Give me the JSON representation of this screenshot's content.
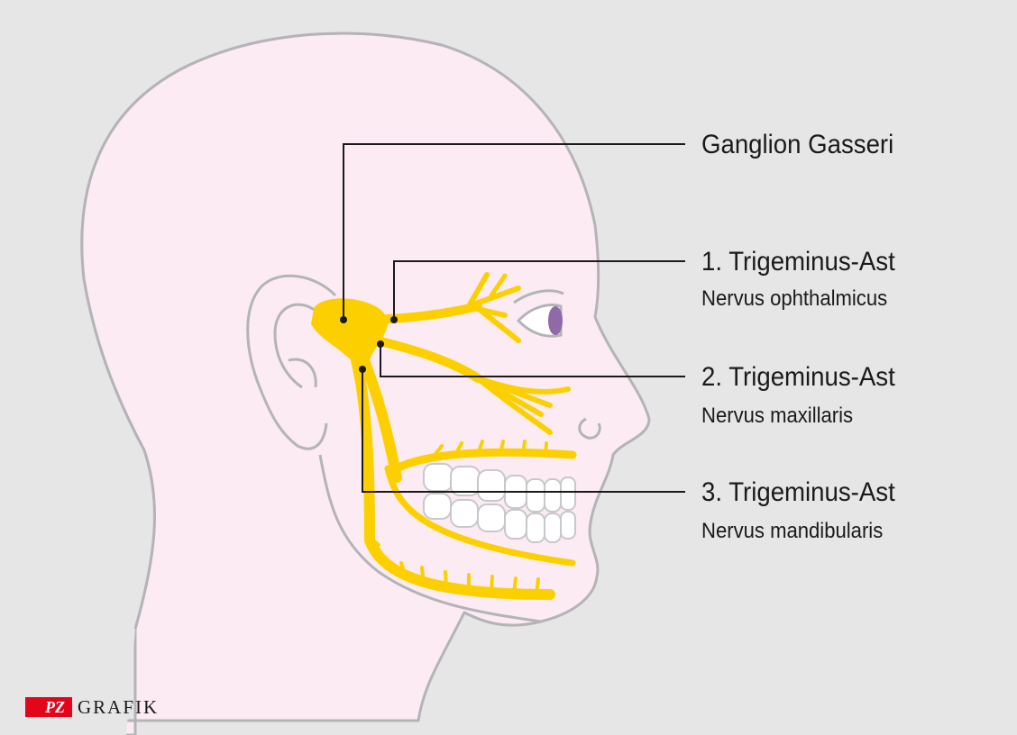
{
  "labels": {
    "ganglion": "Ganglion Gasseri",
    "branch1_title": "1. Trigeminus-Ast",
    "branch1_sub": "Nervus ophthalmicus",
    "branch2_title": "2. Trigeminus-Ast",
    "branch2_sub": "Nervus maxillaris",
    "branch3_title": "3. Trigeminus-Ast",
    "branch3_sub": "Nervus mandibularis"
  },
  "logo": {
    "brand": "PZ",
    "text": "GRAFIK"
  },
  "colors": {
    "background": "#e6e6e6",
    "skin": "#fcebf3",
    "outline": "#b4b4b8",
    "nerve": "#fcd000",
    "tooth": "#ffffff",
    "iris": "#8f6aa6",
    "leader": "#1a1a1a",
    "logo_red": "#e3061b"
  }
}
